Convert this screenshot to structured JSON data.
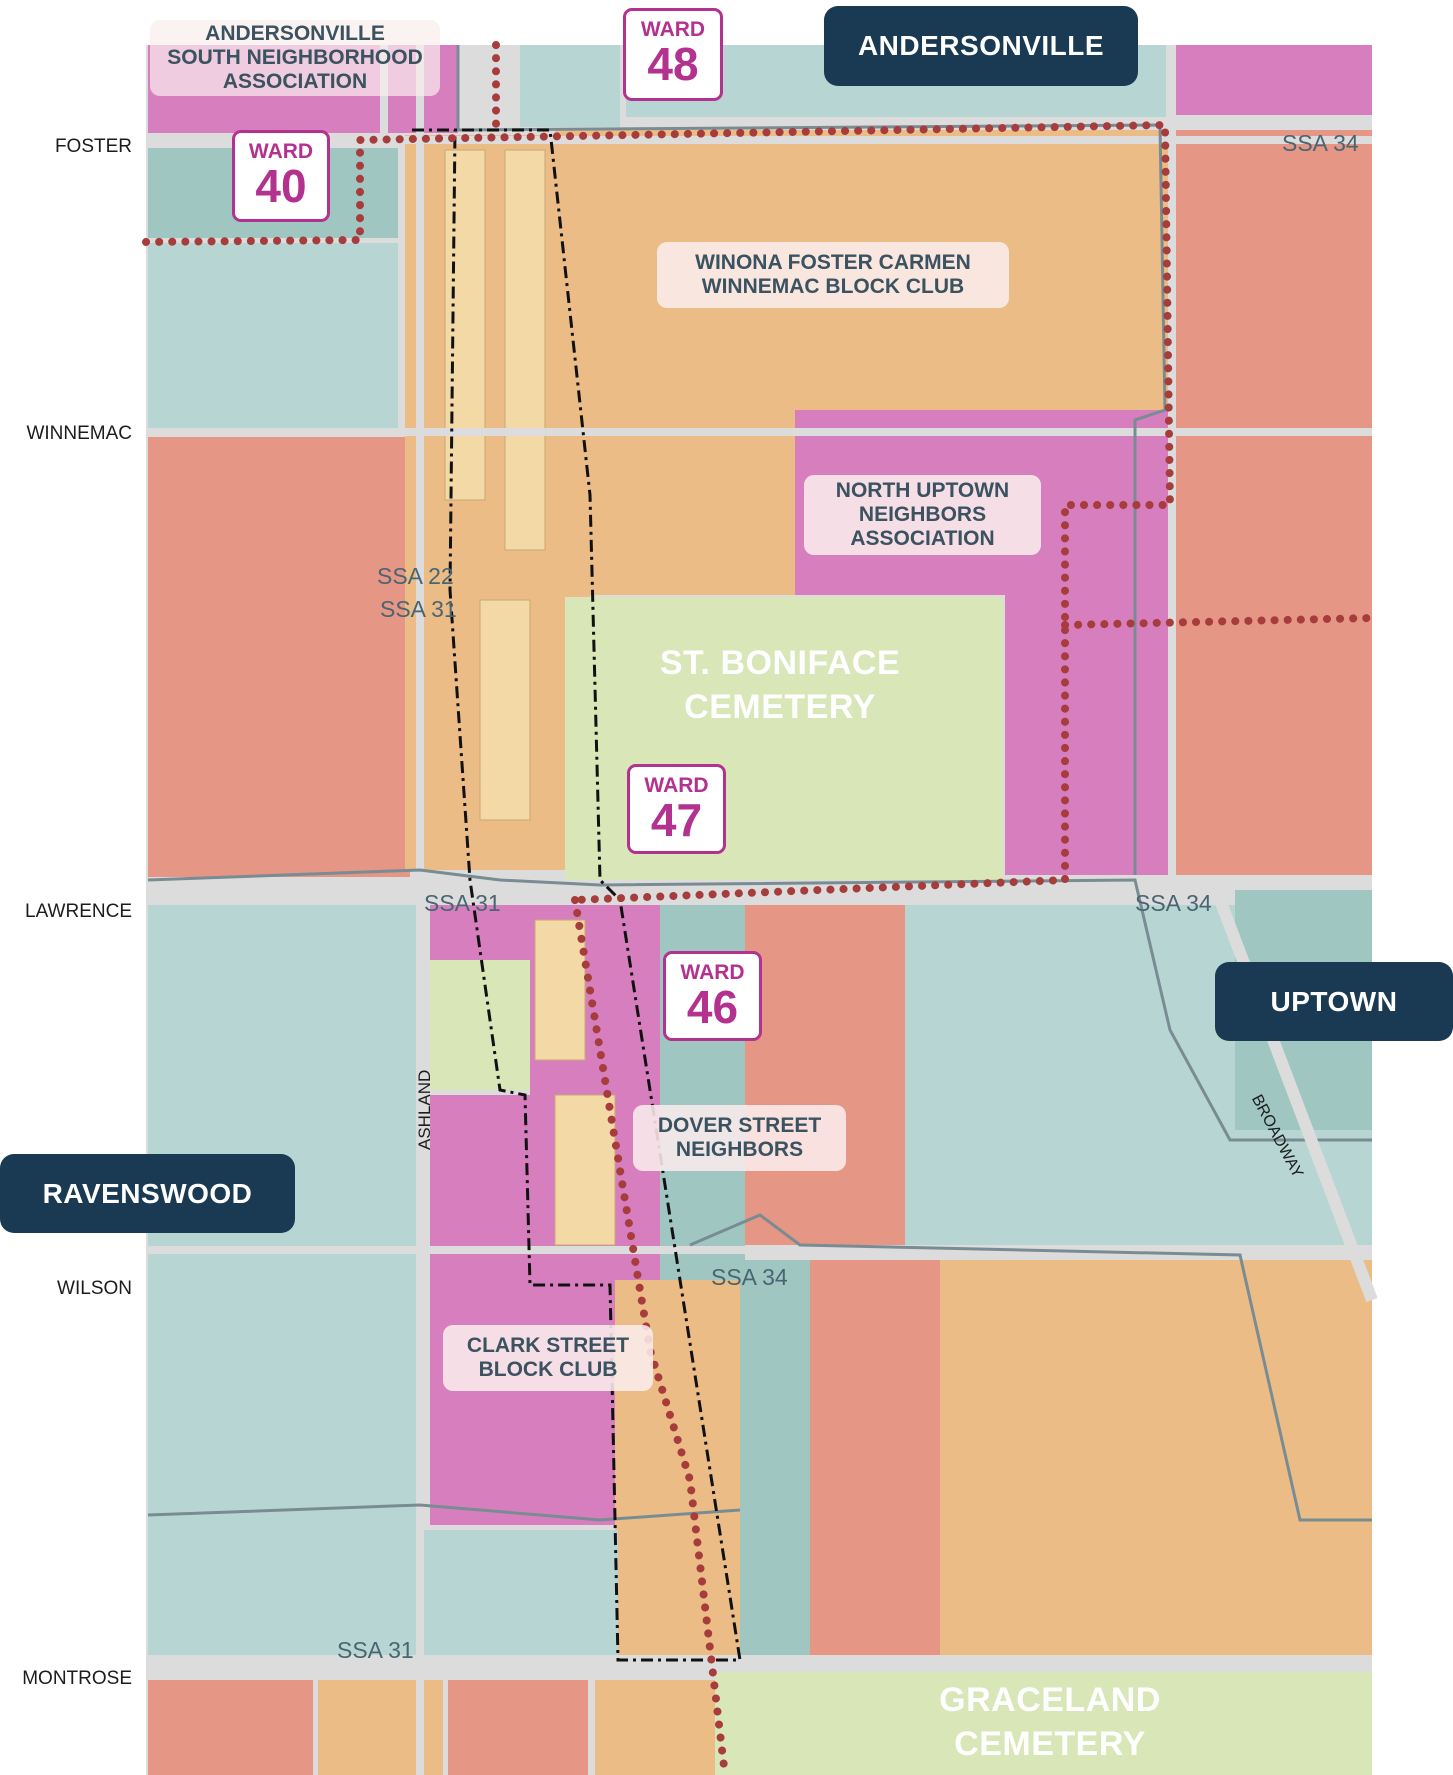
{
  "regions": {
    "andersonville": "ANDERSONVILLE",
    "uptown": "UPTOWN",
    "ravenswood": "RAVENSWOOD"
  },
  "streets": {
    "foster": "FOSTER",
    "winnemac": "WINNEMAC",
    "lawrence": "LAWRENCE",
    "wilson": "WILSON",
    "montrose": "MONTROSE",
    "ashland": "ASHLAND",
    "broadway": "BROADWAY"
  },
  "associations": {
    "andersonville_south": [
      "ANDERSONVILLE",
      "SOUTH NEIGHBORHOOD",
      "ASSOCIATION"
    ],
    "winona": [
      "WINONA FOSTER CARMEN",
      "WINNEMAC BLOCK CLUB"
    ],
    "north_uptown": [
      "NORTH UPTOWN",
      "NEIGHBORS",
      "ASSOCIATION"
    ],
    "dover": [
      "DOVER STREET",
      "NEIGHBORS"
    ],
    "clark": [
      "CLARK STREET",
      "BLOCK CLUB"
    ]
  },
  "wards": {
    "label": "WARD",
    "w48": "48",
    "w40": "40",
    "w47": "47",
    "w46": "46"
  },
  "ssa": {
    "ssa34_top": "SSA 34",
    "ssa22": "SSA 22",
    "ssa31_mid": "SSA 31",
    "ssa31_lawrence": "SSA 31",
    "ssa34_lawrence": "SSA 34",
    "ssa34_wilson": "SSA 34",
    "ssa31_bottom": "SSA 31"
  },
  "cemeteries": {
    "st_boniface": [
      "ST. BONIFACE",
      "CEMETERY"
    ],
    "graceland": [
      "GRACELAND",
      "CEMETERY"
    ]
  },
  "colors": {
    "orange": "#ebbc86",
    "salmon": "#e59684",
    "magenta": "#d77fbe",
    "teal": "#b7d6d3",
    "dark_teal": "#9fc6c1",
    "cemetery_green": "#d8e6b8",
    "street": "#dcdcdc",
    "ward_line": "#a63c3c",
    "ward_badge": "#b3318f",
    "region_fill": "#193a52"
  }
}
